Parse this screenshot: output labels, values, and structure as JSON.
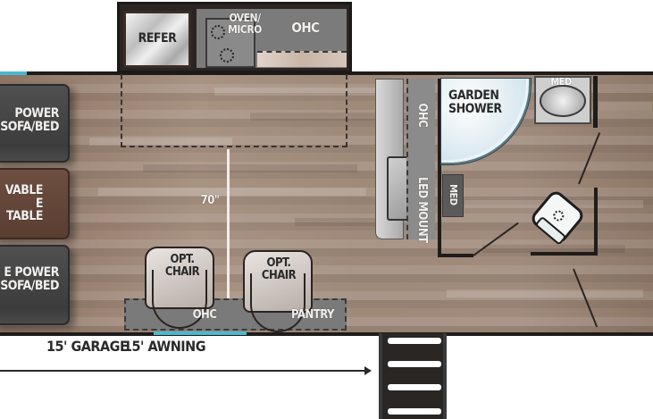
{
  "floorplan": {
    "slideout": {
      "refer_label": "REFER",
      "oven_label_line1": "OVEN/",
      "oven_label_line2": "MICRO",
      "ohc_label": "OHC"
    },
    "living": {
      "sofa_top_line1": "POWER",
      "sofa_top_line2": "SOFA/BED",
      "table_line1": "VABLE",
      "table_line2": "E TABLE",
      "sofa_bottom_line1": "E POWER",
      "sofa_bottom_line2": "SOFA/BED",
      "ceiling_height": "70\"",
      "chair_left_line1": "OPT.",
      "chair_left_line2": "CHAIR",
      "chair_right_line1": "OPT.",
      "chair_right_line2": "CHAIR",
      "ohc_bottom_label": "OHC",
      "pantry_label": "PANTRY"
    },
    "bath": {
      "ohc_vertical_label": "OHC",
      "led_mount_label": "LED MOUNT",
      "med_small_label": "MED",
      "shower_line1": "GARDEN",
      "shower_line2": "SHOWER",
      "med_top_label": "MED"
    },
    "exterior": {
      "garage_label": "15' GARAGE",
      "awning_label": "15' AWNING"
    },
    "colors": {
      "accent": "#49b8cf",
      "wall": "#1f1c1a",
      "floor": "#a08b7c"
    }
  }
}
